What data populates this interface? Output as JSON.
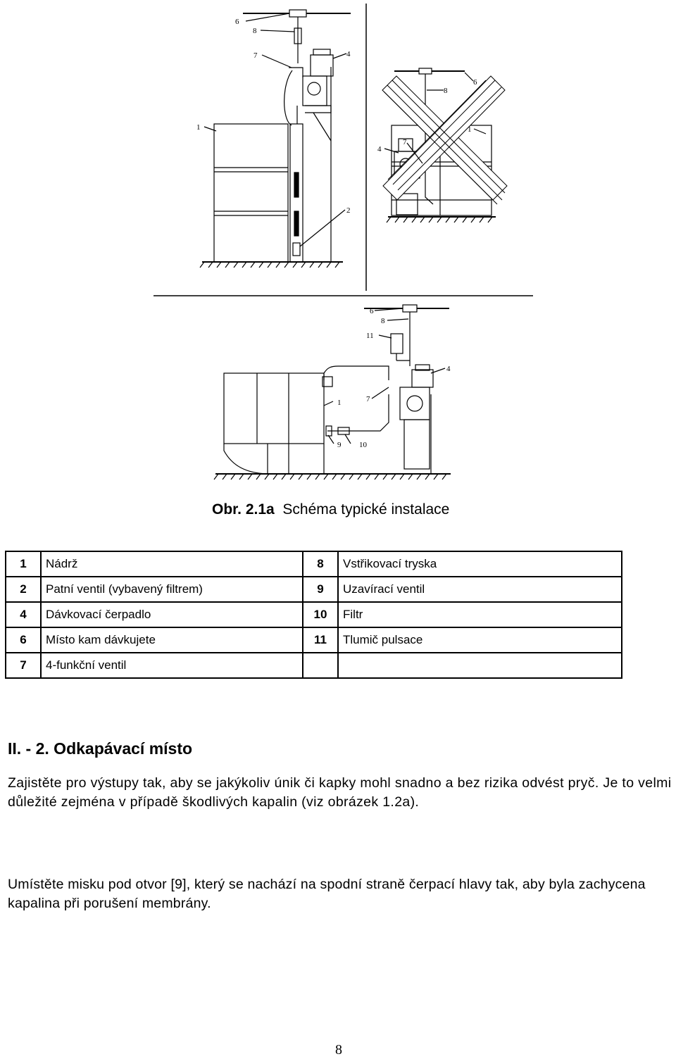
{
  "figure": {
    "labels": {
      "tl_6": "6",
      "tl_8": "8",
      "tl_7": "7",
      "tl_4": "4",
      "tl_1": "1",
      "tl_2": "2",
      "tr_6": "6",
      "tr_8": "8",
      "tr_1": "1",
      "tr_7": "7",
      "tr_4": "4",
      "b_6": "6",
      "b_8": "8",
      "b_11": "11",
      "b_4": "4",
      "b_1": "1",
      "b_7": "7",
      "b_9": "9",
      "b_10": "10"
    }
  },
  "caption": {
    "prefix": "Obr. 2.1a",
    "text": "Schéma typické instalace"
  },
  "legend": {
    "rows": [
      {
        "num_a": "1",
        "desc_a": "Nádrž",
        "num_b": "8",
        "desc_b": "Vstřikovací tryska"
      },
      {
        "num_a": "2",
        "desc_a": "Patní ventil (vybavený filtrem)",
        "num_b": "9",
        "desc_b": "Uzavírací ventil"
      },
      {
        "num_a": "4",
        "desc_a": "Dávkovací čerpadlo",
        "num_b": "10",
        "desc_b": "Filtr"
      },
      {
        "num_a": "6",
        "desc_a": "Místo kam dávkujete",
        "num_b": "11",
        "desc_b": "Tlumič pulsace"
      },
      {
        "num_a": "7",
        "desc_a": "4-funkční ventil",
        "num_b": "",
        "desc_b": ""
      }
    ]
  },
  "section": {
    "heading": "II. - 2. Odkapávací místo",
    "paragraph1": "Zajistěte pro výstupy tak, aby se jakýkoliv únik či kapky mohl snadno a bez rizika odvést pryč. Je to velmi důležité zejména v případě škodlivých kapalin (viz obrázek 1.2a).",
    "paragraph2": "Umístěte misku pod otvor [9], který se nachází na spodní straně čerpací hlavy tak, aby byla zachycena kapalina při porušení membrány."
  },
  "page_number": "8"
}
